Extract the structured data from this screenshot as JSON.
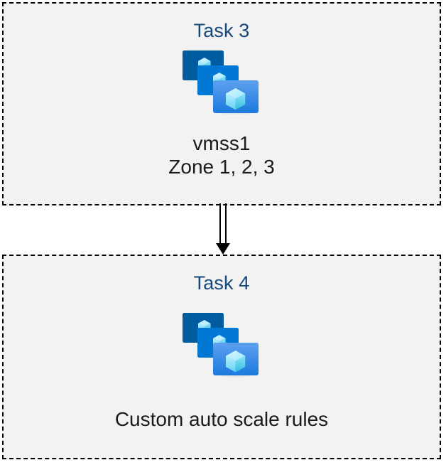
{
  "diagram": {
    "type": "flow",
    "background_color": "#ffffff",
    "box_fill_color": "#f2f2f2",
    "box_border_color": "#000000",
    "title_color": "#15497b",
    "caption_color": "#1b1b1b",
    "connector": {
      "name": "double-line-arrow",
      "from": "task-3-box",
      "to": "task-4-box",
      "direction": "down",
      "color": "#000000"
    },
    "boxes": [
      {
        "id": "task3",
        "title": "Task 3",
        "icon": "azure-virtual-machine-scale-set-icon",
        "caption_line1": "vmss1",
        "caption_line2": "Zone 1, 2, 3"
      },
      {
        "id": "task4",
        "title": "Task 4",
        "icon": "azure-virtual-machine-scale-set-icon",
        "caption_line1": "Custom auto scale rules",
        "caption_line2": ""
      }
    ]
  },
  "icon_colors": {
    "monitor_back": "#005ba1",
    "monitor_middle": "#0078d4",
    "monitor_front_top": "#5ea0ef",
    "monitor_front_bottom": "#1b79de",
    "cube_light": "#c3f1ff",
    "cube_mid": "#9cebff",
    "cube_dark": "#32bedd",
    "stand_top": "#9e9e9e",
    "stand_base": "#d6d6d6"
  }
}
